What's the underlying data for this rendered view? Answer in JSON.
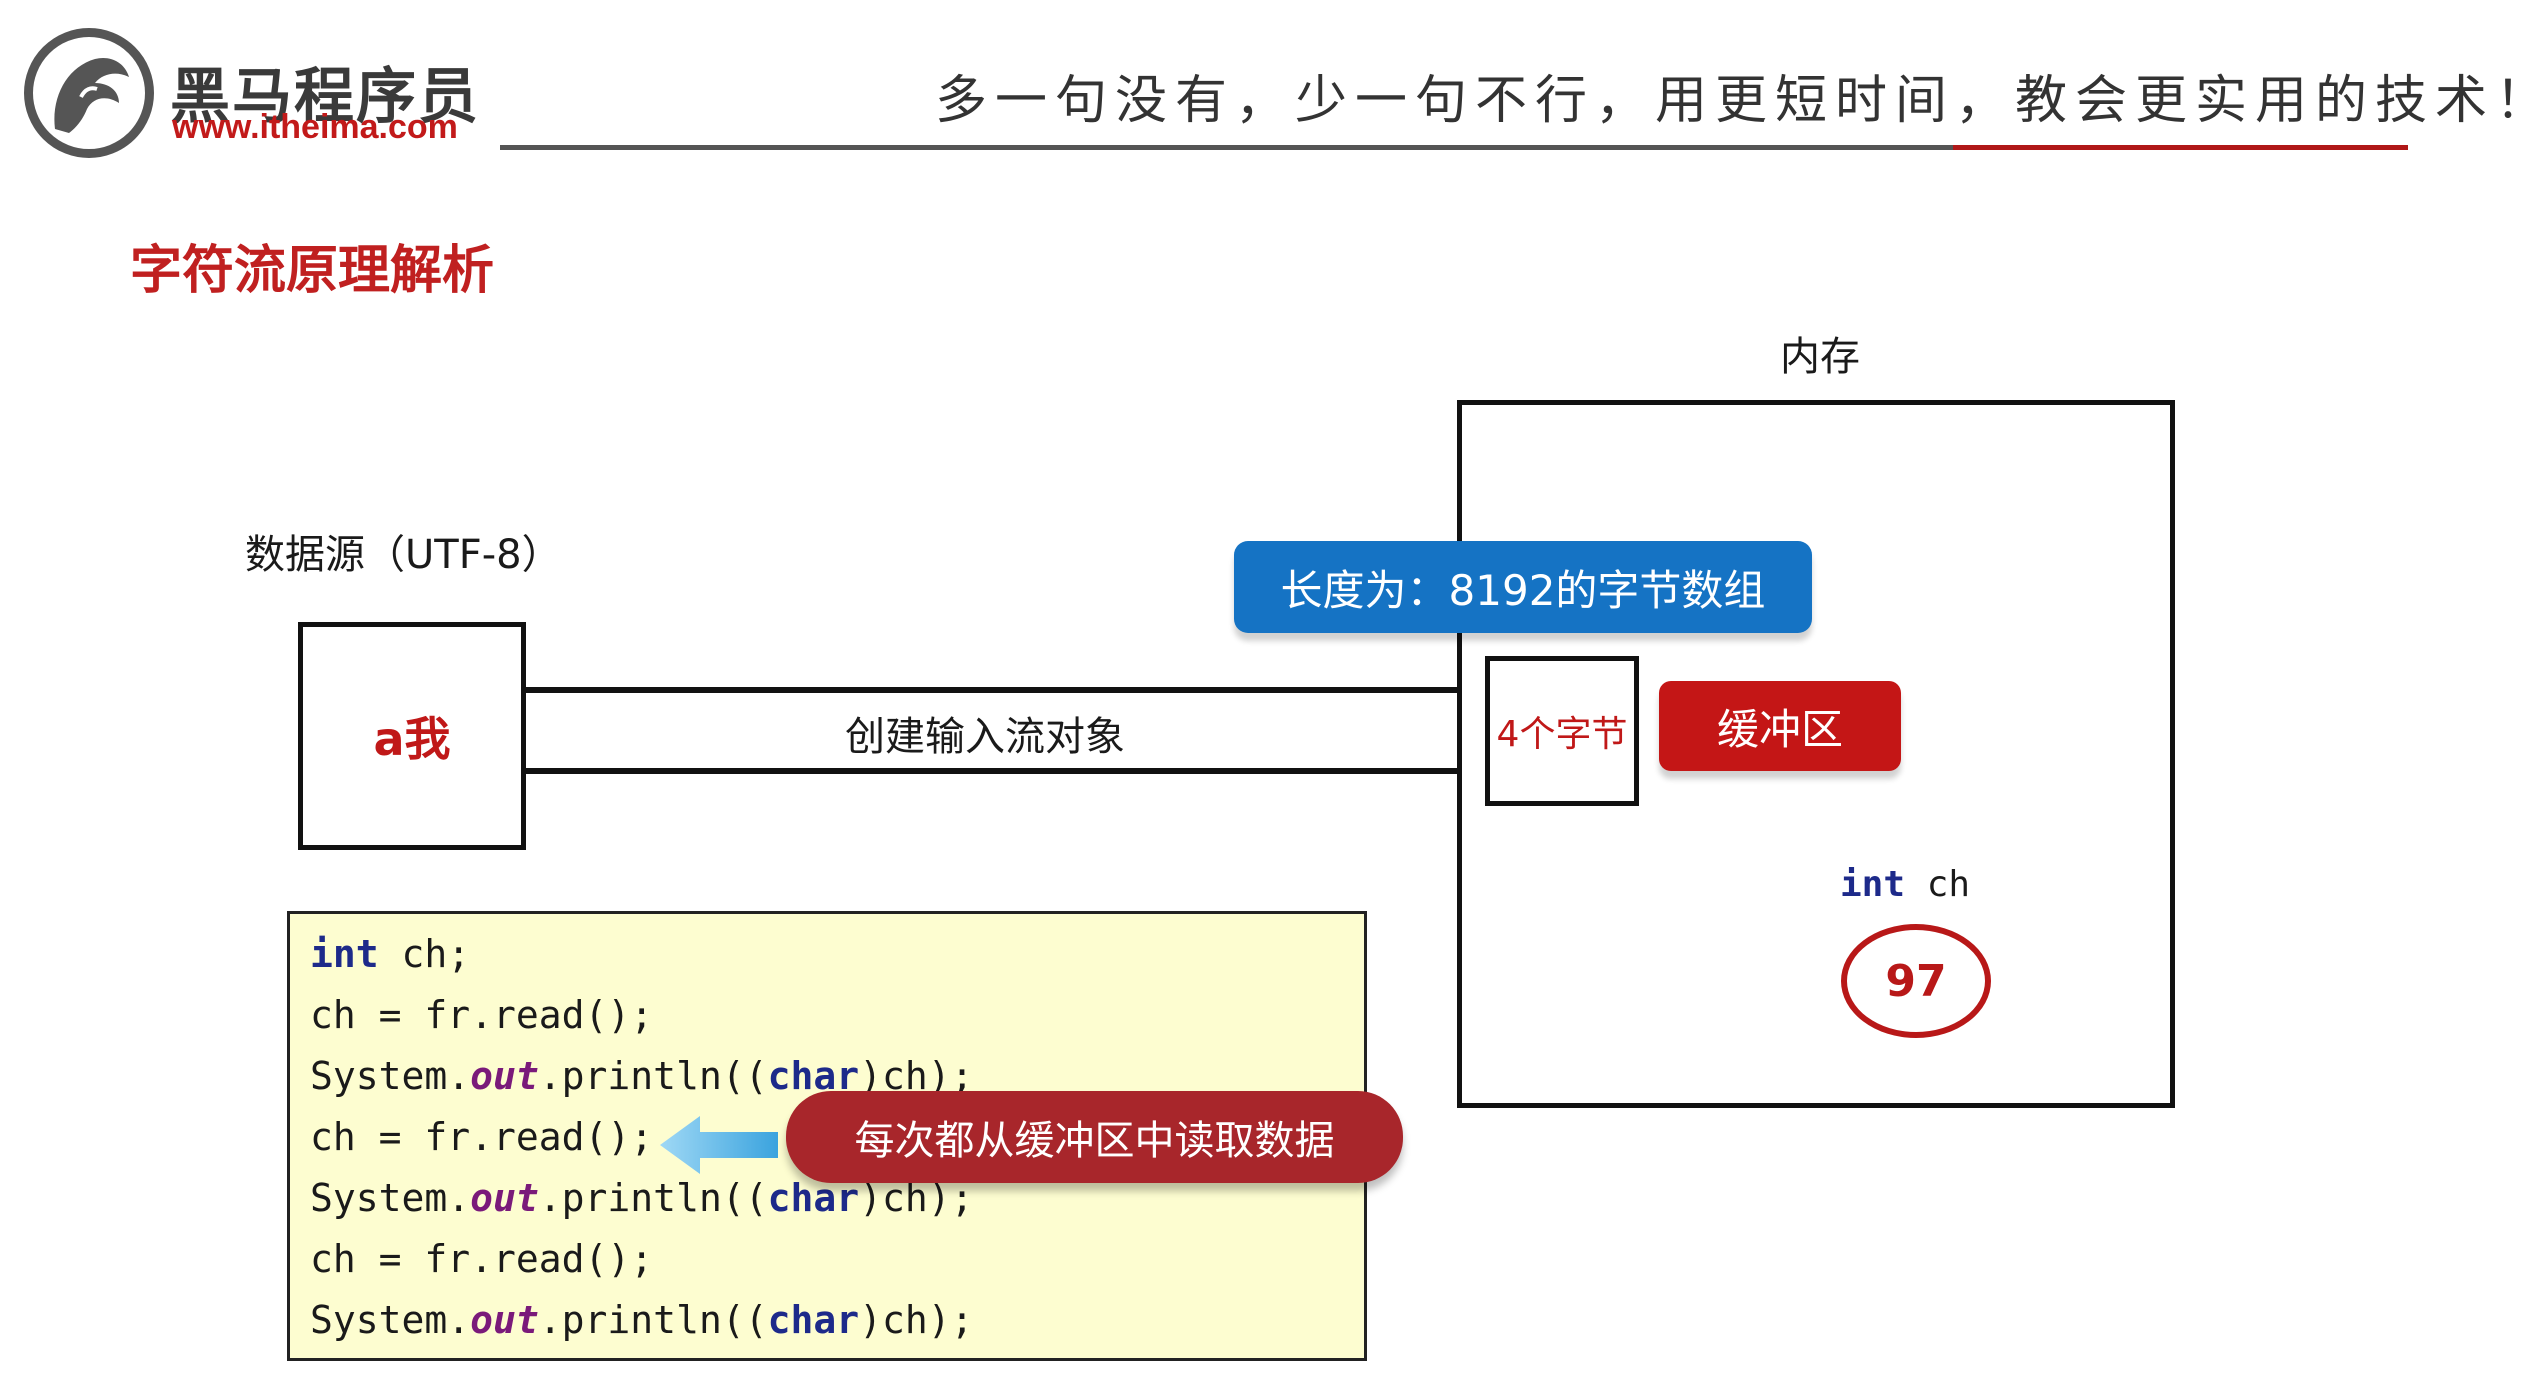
{
  "header": {
    "logo_title": "黑马程序员",
    "logo_url": "www.itheima.com",
    "slogan": "多一句没有，少一句不行，用更短时间，教会更实用的技术！"
  },
  "section_title": "字符流原理解析",
  "diagram": {
    "source_label": "数据源（UTF-8）",
    "source_content": "a我",
    "stream_label": "创建输入流对象",
    "memory_label": "内存",
    "array_label": "长度为：8192的字节数组",
    "bytes_label": "4个字节",
    "buffer_label": "缓冲区",
    "var_type": "int",
    "var_name": "ch",
    "var_value": "97",
    "read_note": "每次都从缓冲区中读取数据"
  },
  "code": {
    "kw_int": "int",
    "kw_char": "char",
    "field_out": "out",
    "decl_rest": " ch;",
    "read_stmt": "ch = fr.read();",
    "print_a": "System.",
    "print_b": ".println((",
    "print_c": ")ch);"
  },
  "colors": {
    "brand_red": "#c02020",
    "accent_blue": "#1573c4",
    "code_bg": "#fdfdd0"
  }
}
